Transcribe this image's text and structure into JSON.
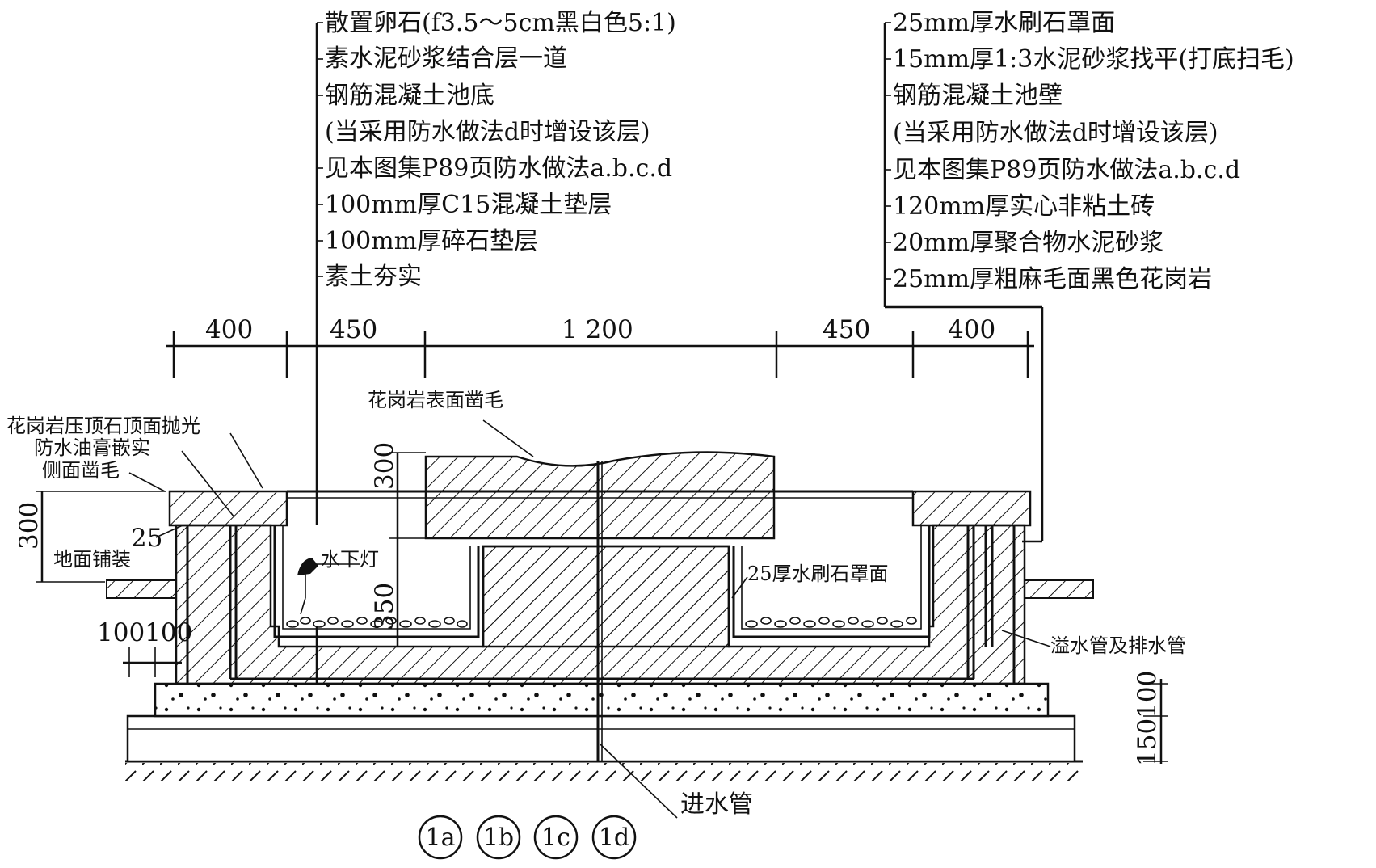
{
  "left_callouts": [
    "散置卵石(f3.5～5cm黑白色5:1)",
    "素水泥砂浆结合层一道",
    "钢筋混凝土池底",
    "(当采用防水做法d时增设该层)",
    "见本图集P89页防水做法a.b.c.d",
    "100mm厚C15混凝土垫层",
    "100mm厚碎石垫层",
    "素土夯实"
  ],
  "right_callouts": [
    "25mm厚水刷石罩面",
    "15mm厚1:3水泥砂浆找平(打底扫毛)",
    "钢筋混凝土池壁",
    "(当采用防水做法d时增设该层)",
    "见本图集P89页防水做法a.b.c.d",
    "120mm厚实心非粘土砖",
    "20mm厚聚合物水泥砂浆",
    "25mm厚粗麻毛面黑色花岗岩"
  ],
  "top_dimensions": [
    "400",
    "450",
    "1 200",
    "450",
    "400"
  ],
  "side_labels": {
    "coping": "花岗岩压顶石顶面抛光",
    "sealant": "防水油膏嵌实",
    "side_chisel": "侧面凿毛",
    "paving": "地面铺装",
    "granite_surface": "花岗岩表面凿毛",
    "light": "水下灯",
    "terrazzo": "25厚水刷石罩面",
    "overflow": "溢水管及排水管",
    "inlet": "进水管"
  },
  "side_dimensions": {
    "coping_height": "300",
    "gap": "25",
    "wall_left": "100100",
    "stone_height": "300",
    "water_depth": "350",
    "base_right": "150100"
  },
  "detail_tags": [
    "1a",
    "1b",
    "1c",
    "1d"
  ]
}
